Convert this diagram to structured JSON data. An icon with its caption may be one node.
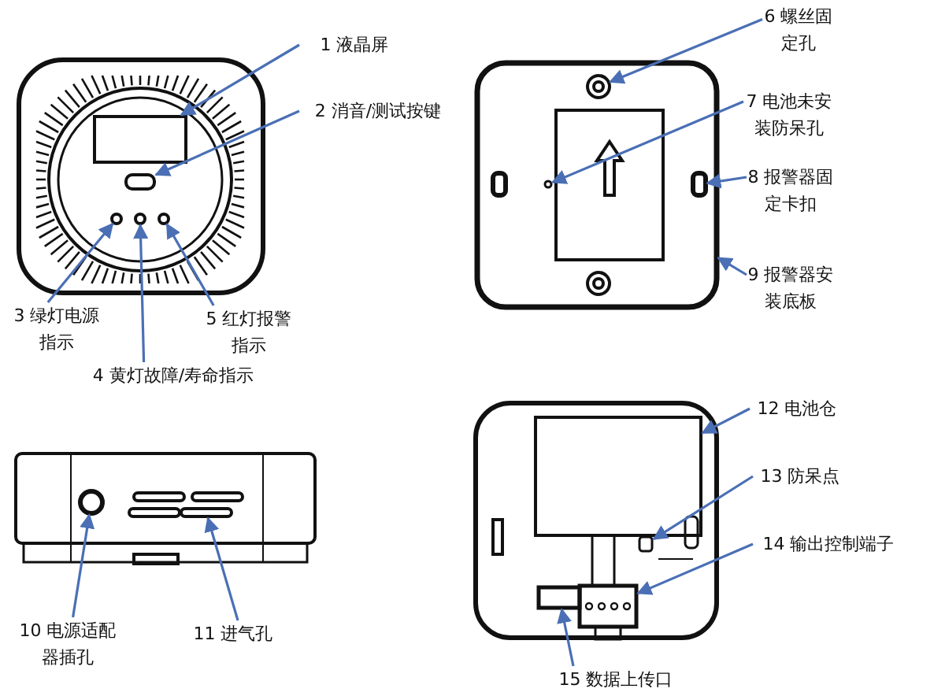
{
  "diagram": {
    "nodes": [
      {
        "text": [
          "1 液晶屏"
        ]
      },
      {
        "text": [
          "2 消音/测试按键"
        ]
      },
      {
        "text": [
          "3 绿灯电源指示"
        ]
      },
      {
        "text": [
          "4 黄灯故障/寿命指示"
        ]
      },
      {
        "text": [
          "5 红灯报警指示"
        ]
      },
      {
        "text": [
          "6 螺丝固定孔"
        ]
      },
      {
        "text": [
          "7 电池未安装防呆孔"
        ]
      },
      {
        "text": [
          "8 报警器固定卡扣"
        ]
      },
      {
        "text": [
          "9 报警器安装底板"
        ]
      },
      {
        "text": [
          "10 电源适配器插孔"
        ]
      },
      {
        "text": [
          "11 进气孔"
        ]
      },
      {
        "text": [
          "12 电池仓"
        ]
      },
      {
        "text": [
          "13 防呆点"
        ]
      },
      {
        "text": [
          "14 输出控制端子"
        ]
      },
      {
        "text": [
          "15 数据上传口"
        ]
      },
      {
        "text": [],
        "shape": "box"
      },
      {
        "text": [],
        "shape": "box"
      },
      {
        "text": [],
        "shape": "circle"
      },
      {
        "text": [],
        "shape": "circle"
      },
      {
        "text": [],
        "shape": "circle"
      },
      {
        "text": [],
        "shape": "box"
      },
      {
        "text": [],
        "shape": "circle",
        "in": 20
      },
      {
        "text": [],
        "shape": "circle",
        "in": 20
      },
      {
        "text": [],
        "shape": "box",
        "in": 20
      },
      {
        "text": [],
        "shape": "circle"
      },
      {
        "text": [],
        "shape": "box"
      },
      {
        "text": [],
        "shape": "box"
      },
      {
        "text": [],
        "shape": "box"
      },
      {
        "text": [],
        "shape": "box"
      },
      {
        "text": [],
        "shape": "box"
      }
    ],
    "edges": [
      {
        "from": 0,
        "to": 15,
        "arrow": "to"
      },
      {
        "from": 1,
        "to": 16,
        "arrow": "to"
      },
      {
        "from": 2,
        "to": 17,
        "arrow": "to"
      },
      {
        "from": 3,
        "to": 18,
        "arrow": "to"
      },
      {
        "from": 4,
        "to": 19,
        "arrow": "to"
      },
      {
        "from": 5,
        "to": 21,
        "arrow": "to"
      },
      {
        "from": 6,
        "to": 22,
        "arrow": "to"
      },
      {
        "from": 7,
        "to": 23,
        "arrow": "to"
      },
      {
        "from": 8,
        "to": 20,
        "arrow": "to"
      },
      {
        "from": 9,
        "to": 24,
        "arrow": "to"
      },
      {
        "from": 10,
        "to": 25,
        "arrow": "to"
      },
      {
        "from": 11,
        "to": 26,
        "arrow": "to"
      },
      {
        "from": 12,
        "to": 27,
        "arrow": "to"
      },
      {
        "from": 13,
        "to": 28,
        "arrow": "to"
      },
      {
        "from": 14,
        "to": 29,
        "arrow": "to"
      }
    ]
  }
}
